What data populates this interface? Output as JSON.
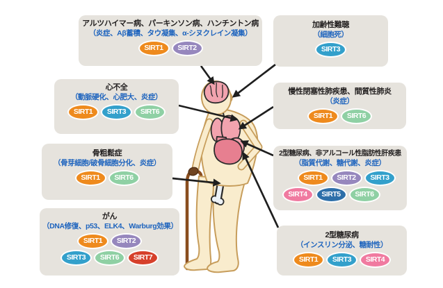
{
  "colors": {
    "box_bg": "#E6E3DD",
    "title_color": "#221F1F",
    "subtitle_color": "#1E64BE",
    "arrow": "#1F1F1F",
    "skin": "#F9ECCD",
    "skin_outline": "#C79D5B",
    "organ_outline": "#2B2B2B",
    "organ_pink": "#F2A3AE",
    "liver_pink": "#E77F90",
    "heart_pink": "#ED8F9E",
    "bone_white": "#EDF2F7",
    "cane": "#8A4E1F",
    "hand": "#6F4320"
  },
  "sirt_colors": {
    "SIRT1": "#EE8A1D",
    "SIRT2": "#9687BD",
    "SIRT3": "#33A0CB",
    "SIRT4": "#F07AA0",
    "SIRT5": "#2D6FA9",
    "SIRT6": "#8FD0A4",
    "SIRT7": "#D6402B"
  },
  "boxes": [
    {
      "id": "neuro",
      "title": "アルツハイマー病、パーキンソン病、ハンチントン病",
      "subtitle": "（炎症、Aβ蓄積、タウ凝集、α-シヌクレイン凝集）",
      "sirt_rows": [
        [
          "SIRT1",
          "SIRT2"
        ]
      ]
    },
    {
      "id": "hearing",
      "title": "加齢性難聴",
      "subtitle": "（細胞死）",
      "sirt_rows": [
        [
          "SIRT3"
        ]
      ]
    },
    {
      "id": "heart",
      "title": "心不全",
      "subtitle": "（動脈硬化、心肥大、炎症）",
      "sirt_rows": [
        [
          "SIRT1",
          "SIRT3",
          "SIRT6"
        ]
      ]
    },
    {
      "id": "lung",
      "title": "慢性閉塞性肺疾患、間質性肺炎",
      "subtitle": "（炎症）",
      "sirt_rows": [
        [
          "SIRT1",
          "SIRT6"
        ]
      ]
    },
    {
      "id": "bone",
      "title": "骨粗鬆症",
      "subtitle": "（骨芽細胞/破骨細胞分化、炎症）",
      "sirt_rows": [
        [
          "SIRT1",
          "SIRT6"
        ]
      ]
    },
    {
      "id": "liver",
      "title": "2型糖尿病、非アルコール性脂肪性肝疾患",
      "subtitle": "（脂質代謝、糖代謝、炎症）",
      "sirt_rows": [
        [
          "SIRT1",
          "SIRT2",
          "SIRT3"
        ],
        [
          "SIRT4",
          "SIRT5",
          "SIRT6"
        ]
      ]
    },
    {
      "id": "cancer",
      "title": "がん",
      "subtitle": "（DNA修復、p53、ELK4、Warburg効果）",
      "sirt_rows": [
        [
          "SIRT1",
          "SIRT2"
        ],
        [
          "SIRT3",
          "SIRT6",
          "SIRT7"
        ]
      ]
    },
    {
      "id": "diabetes",
      "title": "2型糖尿病",
      "subtitle": "（インスリン分泌、糖耐性）",
      "sirt_rows": [
        [
          "SIRT1",
          "SIRT3",
          "SIRT4"
        ]
      ]
    }
  ]
}
